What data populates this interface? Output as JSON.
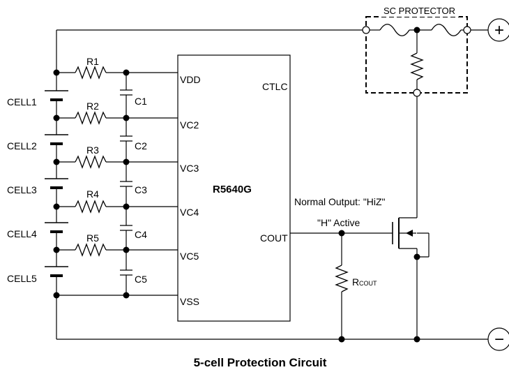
{
  "diagram": {
    "caption": "5-cell Protection Circuit",
    "ic": {
      "name": "R5640G",
      "pins_left": [
        "VDD",
        "VC2",
        "VC3",
        "VC4",
        "VC5",
        "VSS"
      ],
      "pin_ctlc": "CTLC",
      "pin_cout": "COUT"
    },
    "resistors": [
      "R1",
      "R2",
      "R3",
      "R4",
      "R5"
    ],
    "capacitors": [
      "C1",
      "C2",
      "C3",
      "C4",
      "C5"
    ],
    "cells": [
      "CELL1",
      "CELL2",
      "CELL3",
      "CELL4",
      "CELL5"
    ],
    "sc_protector": "SC PROTECTOR",
    "terminal_positive": "+",
    "terminal_negative": "−",
    "output_note": "Normal Output: \"HiZ\"",
    "active_note": "\"H\" Active",
    "rcout": {
      "main": "R",
      "sub": "COUT"
    }
  }
}
